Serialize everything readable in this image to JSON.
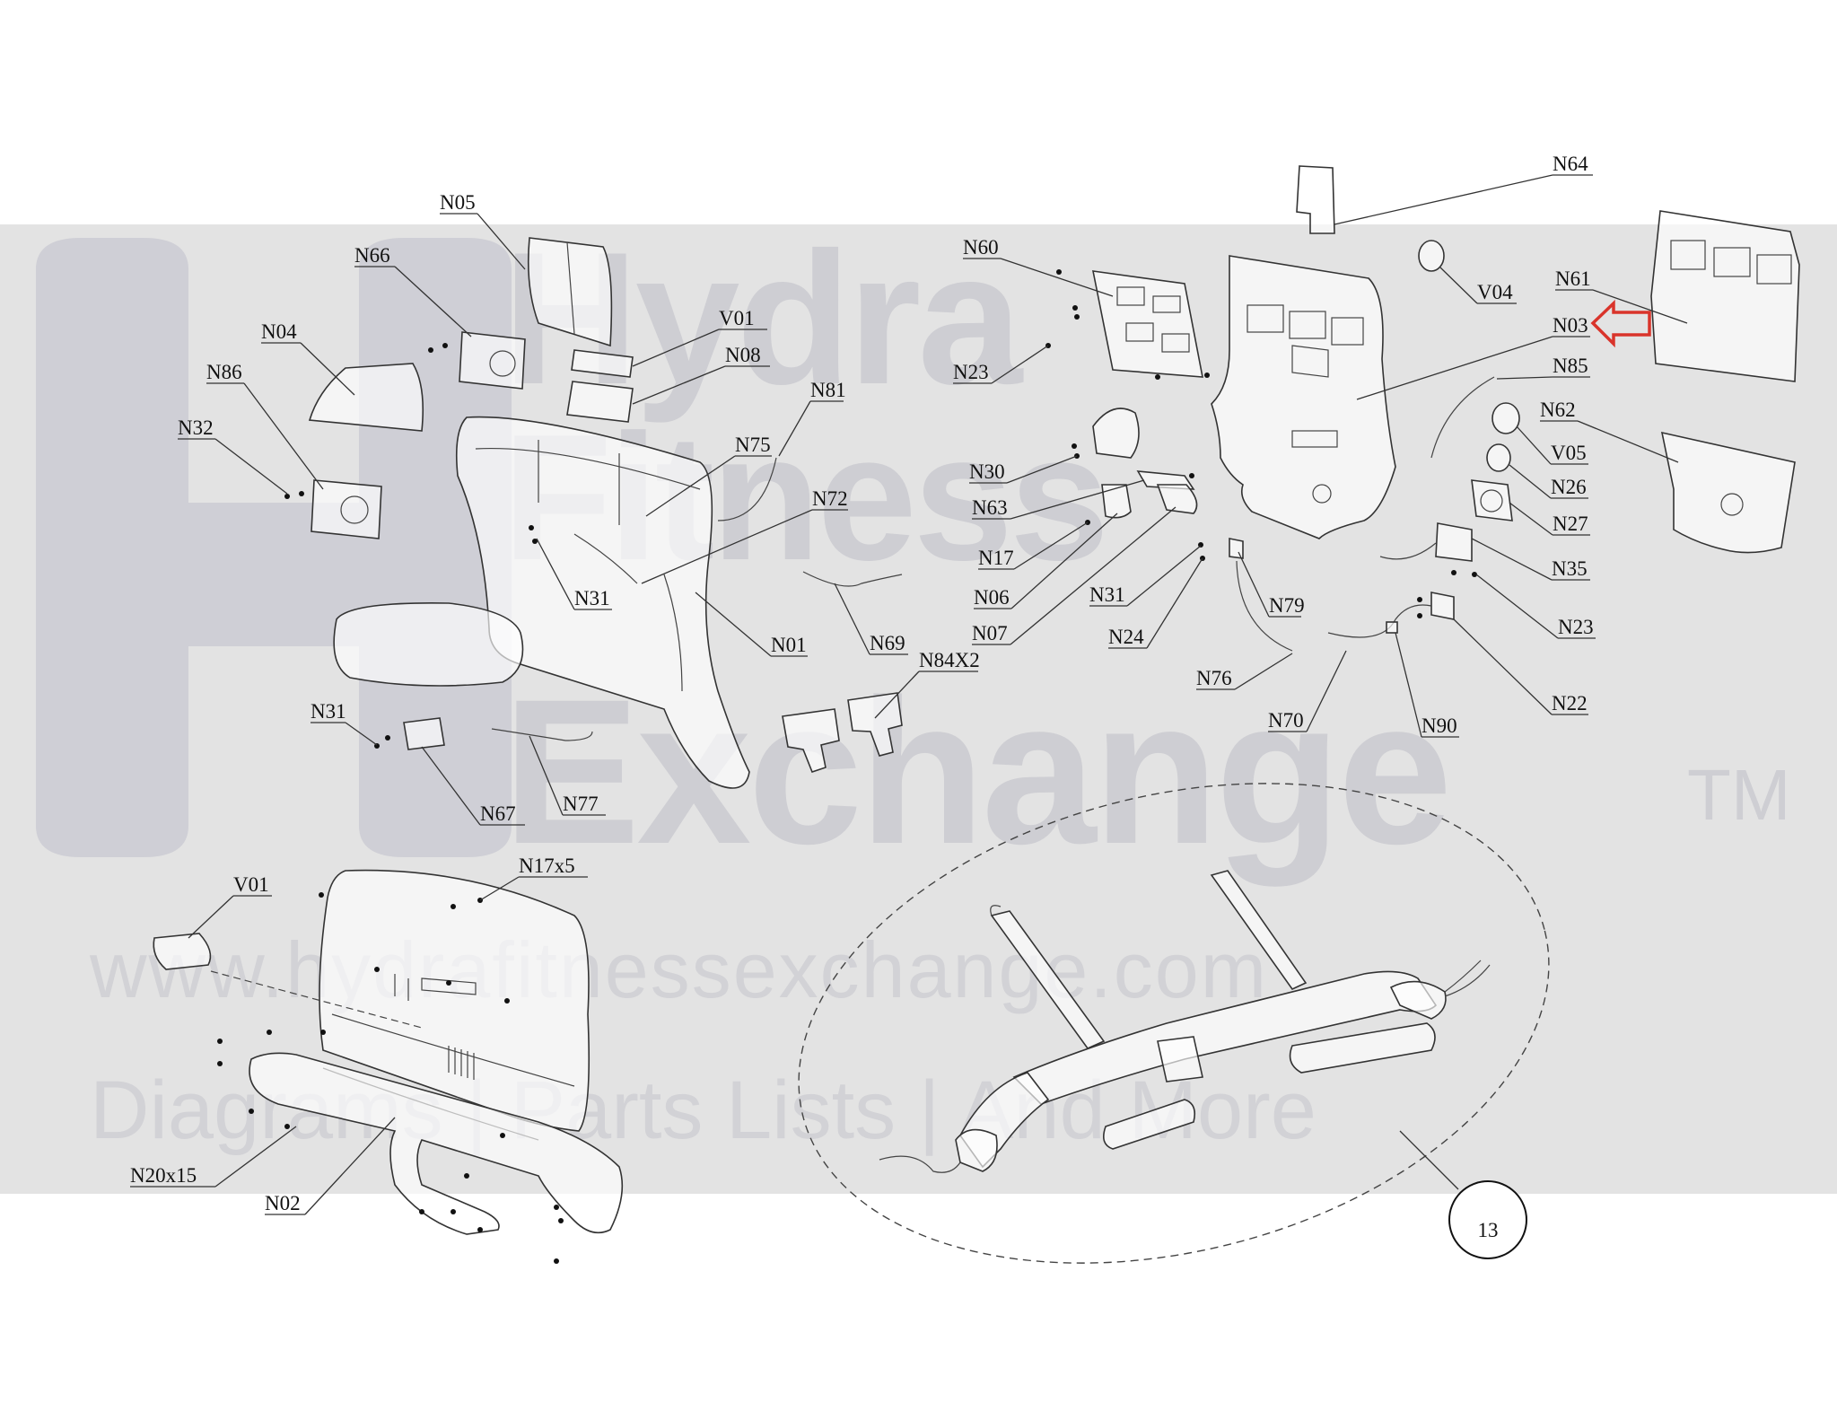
{
  "watermark": {
    "brand_line1": "Hydra",
    "brand_line2": "Fitness",
    "brand_line3": "Exchange",
    "trademark": "TM",
    "url": "www.hydrafitnessexchange.com",
    "tagline": "Diagrams | Parts Lists | And More"
  },
  "highlight_color": "#d9342b",
  "callout_number": "13",
  "labels": {
    "N05": "N05",
    "N66": "N66",
    "N04": "N04",
    "N86": "N86",
    "N32": "N32",
    "V01_top": "V01",
    "N08": "N08",
    "N81": "N81",
    "N75": "N75",
    "N72": "N72",
    "N31_a": "N31",
    "N01": "N01",
    "N69": "N69",
    "N84X2": "N84X2",
    "N31_b": "N31",
    "N67": "N67",
    "N77": "N77",
    "V01_bottom": "V01",
    "N17x5": "N17x5",
    "N20x15": "N20x15",
    "N02": "N02",
    "N64": "N64",
    "N60": "N60",
    "N23_a": "N23",
    "V04": "V04",
    "N61": "N61",
    "N03": "N03",
    "N85": "N85",
    "N62": "N62",
    "V05": "V05",
    "N26": "N26",
    "N27": "N27",
    "N35": "N35",
    "N23_b": "N23",
    "N22": "N22",
    "N90": "N90",
    "N70": "N70",
    "N76": "N76",
    "N24": "N24",
    "N31_c": "N31",
    "N79": "N79",
    "N30": "N30",
    "N63": "N63",
    "N17": "N17",
    "N06": "N06",
    "N07": "N07"
  }
}
